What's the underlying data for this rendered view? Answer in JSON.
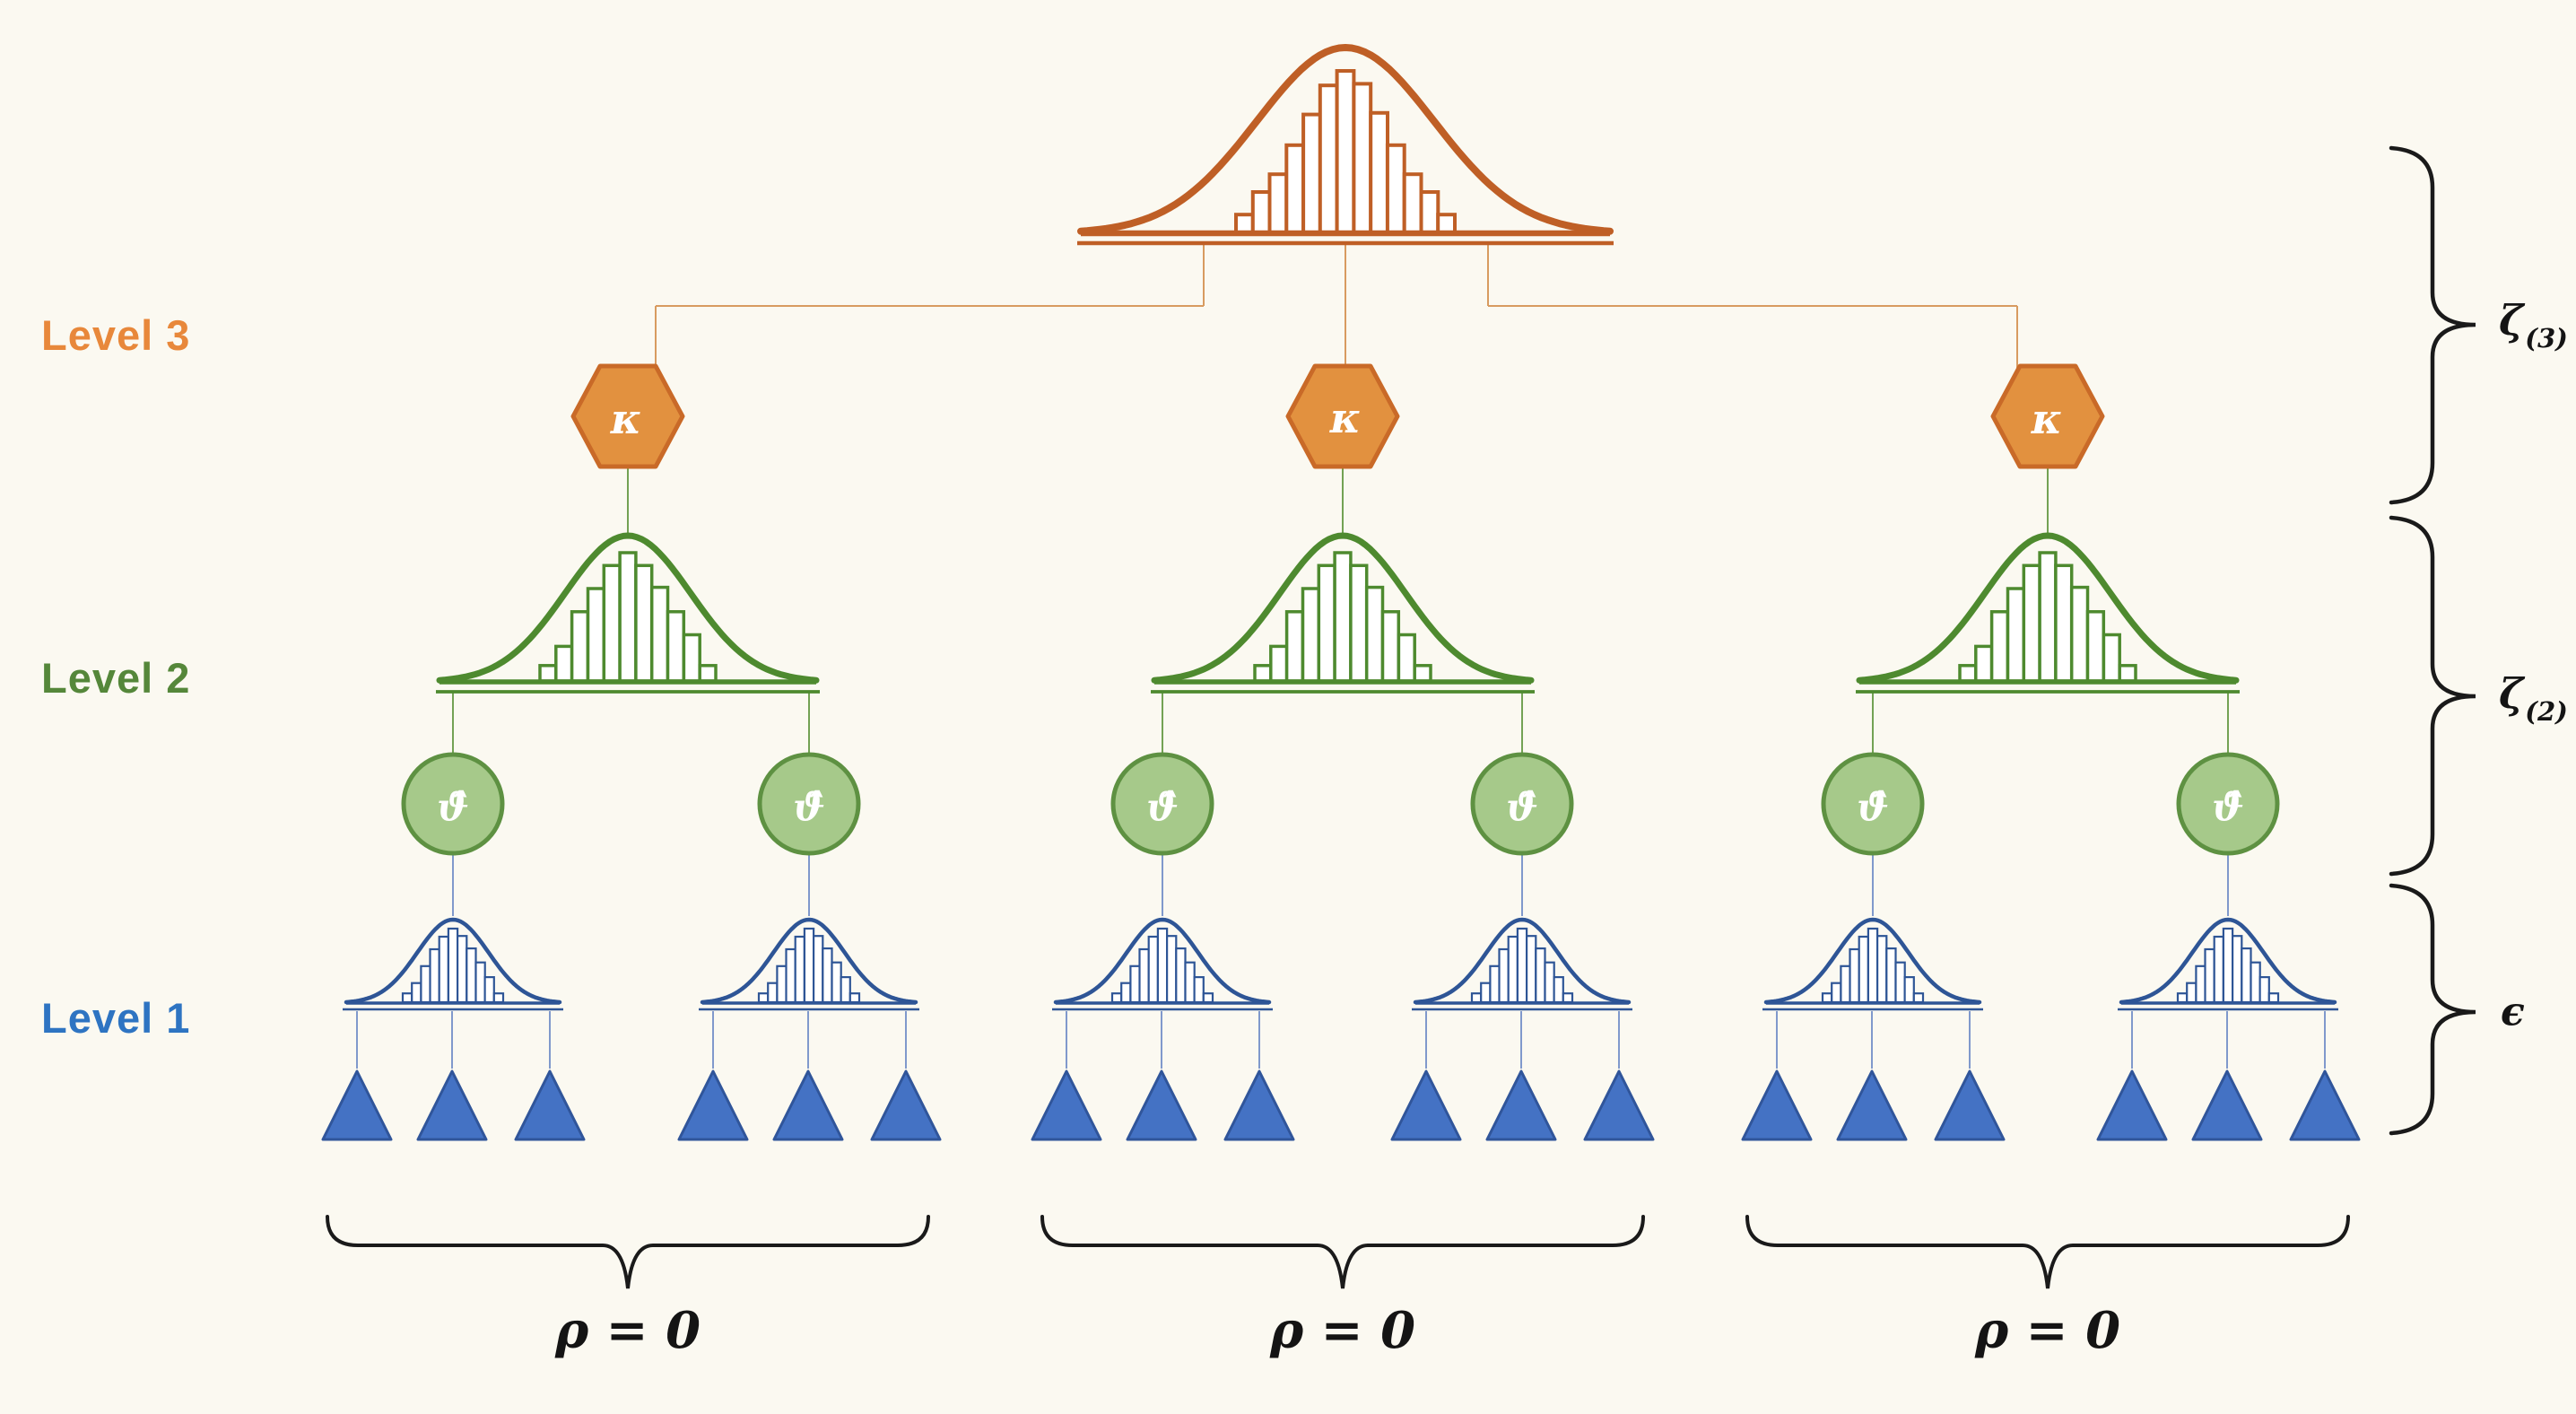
{
  "title": "Three-level hierarchical model diagram",
  "colors": {
    "background": "#FBF9F1",
    "ink": "#1A1A1A",
    "orange": {
      "curve": "#BF5F26",
      "hex_fill": "#E2913F",
      "hex_stroke": "#C96A28",
      "connector": "#D89B60",
      "label": "#E8883B"
    },
    "green": {
      "curve": "#4E8A2F",
      "circle_fill": "#A6C98A",
      "circle_stroke": "#5E9142",
      "connector": "#73A254",
      "label": "#55873A"
    },
    "blue": {
      "curve": "#2E5596",
      "triangle_fill": "#4472C4",
      "triangle_stroke": "#30559A",
      "connector": "#8099CC",
      "label": "#2E74C2"
    }
  },
  "labels": {
    "level3": "Level 3",
    "level2": "Level 2",
    "level1": "Level 1",
    "kappa": "κ",
    "theta_hat": "ϑ̂",
    "zeta3_base": "ζ",
    "zeta3_sub": "(3)",
    "zeta2_base": "ζ",
    "zeta2_sub": "(2)",
    "epsilon": "ϵ",
    "rho": "ρ = 0"
  },
  "structure": {
    "levels": 3,
    "subtrees": 3,
    "estimators_per_subtree": 2,
    "observations_per_estimator": 3
  },
  "histograms": {
    "level3_top": [
      0.11,
      0.25,
      0.36,
      0.54,
      0.73,
      0.91,
      1.0,
      0.92,
      0.74,
      0.54,
      0.36,
      0.25,
      0.11
    ],
    "level2": [
      0.12,
      0.27,
      0.54,
      0.72,
      0.9,
      1.0,
      0.9,
      0.73,
      0.54,
      0.36,
      0.12
    ],
    "level1": [
      0.12,
      0.26,
      0.49,
      0.72,
      0.89,
      1.0,
      0.9,
      0.73,
      0.54,
      0.34,
      0.12
    ]
  }
}
